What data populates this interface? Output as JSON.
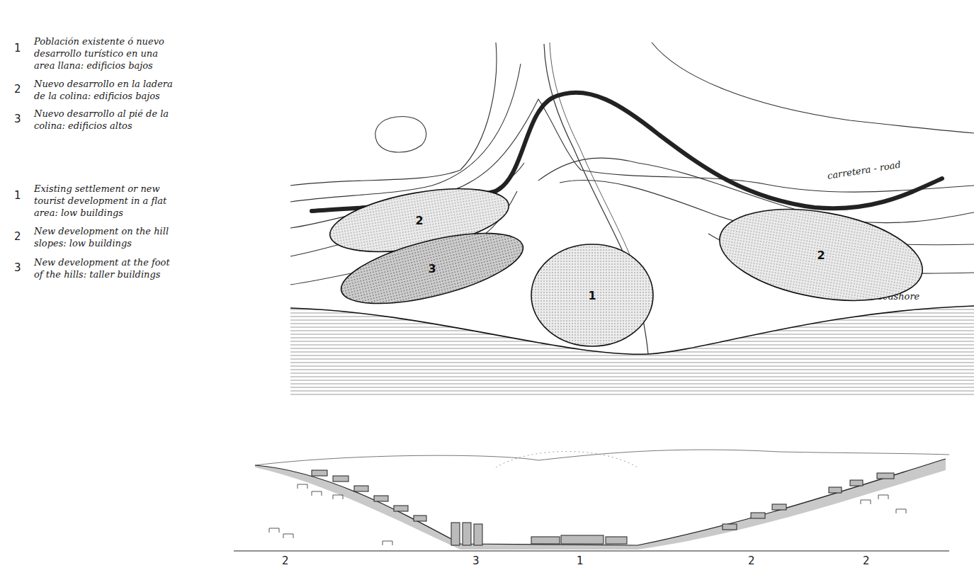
{
  "diagram": {
    "nodes": [
      {
        "text": [
          "2"
        ]
      },
      {
        "text": [
          "3"
        ]
      },
      {
        "text": [
          "1"
        ]
      },
      {
        "text": [
          "2"
        ]
      }
    ],
    "labels": [
      "1",
      "Población existente ó nuevo desarrollo turístico en una area llana: edificios bajos",
      "2",
      "Nuevo desarrollo en la ladera de la colina: edificios bajos",
      "3",
      "Nuevo desarrollo al pié de la colina: edificios altos",
      "1",
      "Existing settlement or new tourist development in a flat area: low buildings",
      "2",
      "New development on the hill slopes: low buildings",
      "3",
      "New development at the foot of the hills: taller buildings",
      "carretera - road",
      "costa - seashore",
      "2",
      "3",
      "1",
      "2",
      "2"
    ]
  }
}
